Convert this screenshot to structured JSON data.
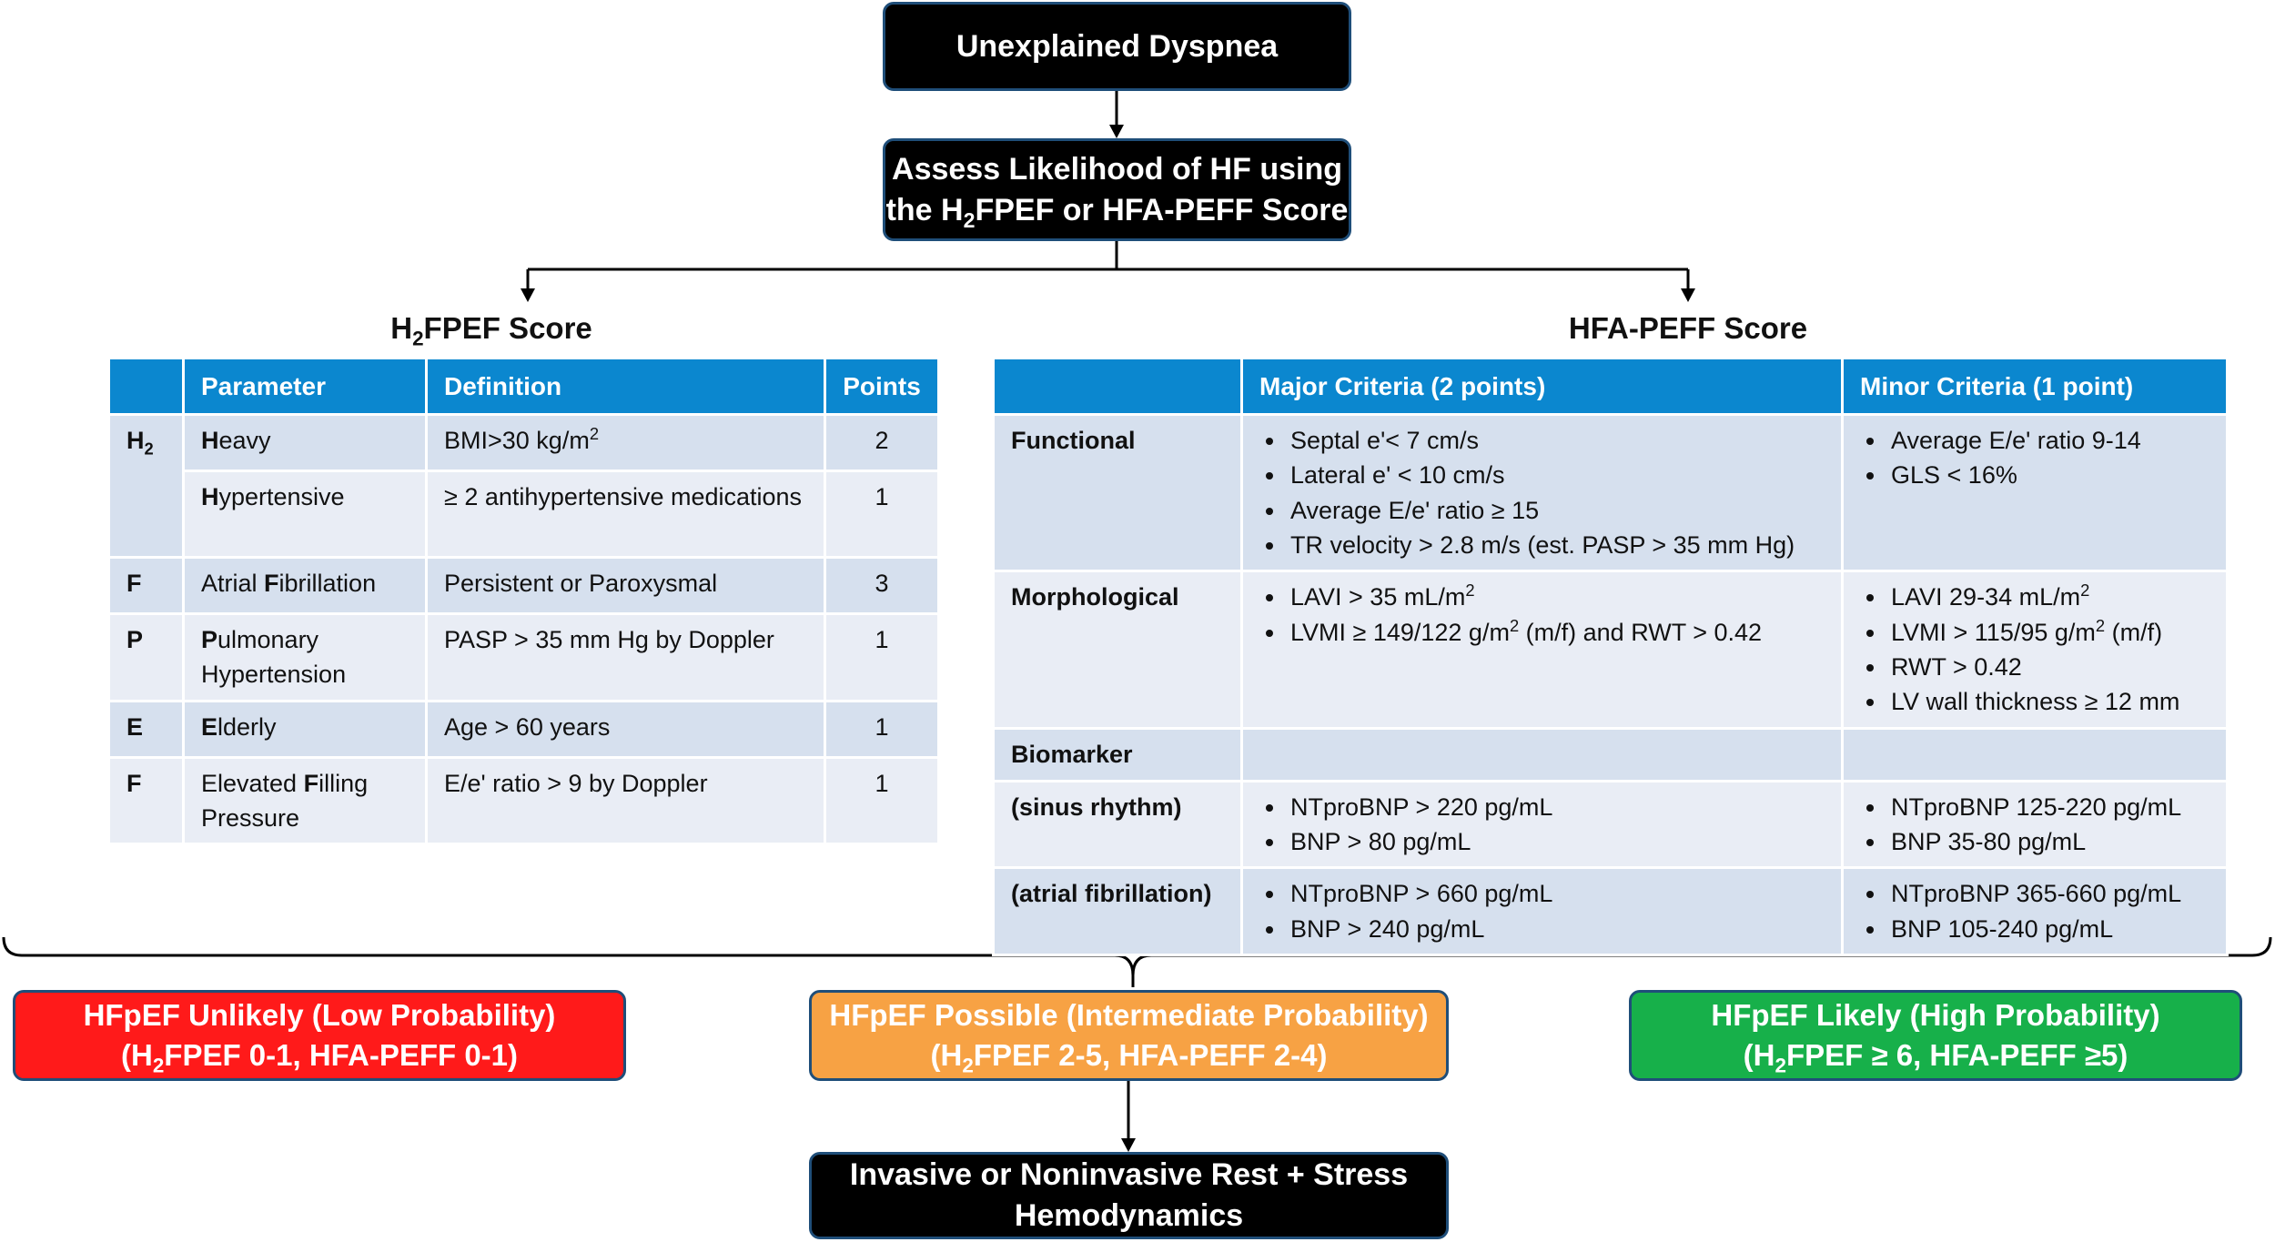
{
  "top_box": "Unexplained Dyspnea",
  "assess_box": {
    "line1": "Assess Likelihood of HF using",
    "line2_pre": "the H",
    "line2_sub": "2",
    "line2_post": "FPEF or HFA-PEFF Score"
  },
  "h2fpef": {
    "title_pre": "H",
    "title_sub": "2",
    "title_post": "FPEF Score",
    "headers": [
      "",
      "Parameter",
      "Definition",
      "Points"
    ],
    "rows": [
      {
        "letter": "H",
        "letter_sub": "2",
        "param_bold": "H",
        "param_rest": "eavy",
        "def_pre": "BMI>30 kg/m",
        "def_sup": "2",
        "points": "2"
      },
      {
        "letter": "",
        "letter_sub": "",
        "param_bold": "H",
        "param_rest": "ypertensive",
        "def_pre": "≥ 2 antihypertensive medications",
        "def_sup": "",
        "points": "1"
      },
      {
        "letter": "F",
        "letter_sub": "",
        "param_pre": "Atrial ",
        "param_bold": "F",
        "param_rest": "ibrillation",
        "def_pre": "Persistent or Paroxysmal",
        "def_sup": "",
        "points": "3"
      },
      {
        "letter": "P",
        "letter_sub": "",
        "param_bold": "P",
        "param_rest": "ulmonary Hypertension",
        "def_pre": "PASP > 35 mm Hg by Doppler",
        "def_sup": "",
        "points": "1"
      },
      {
        "letter": "E",
        "letter_sub": "",
        "param_bold": "E",
        "param_rest": "lderly",
        "def_pre": "Age > 60 years",
        "def_sup": "",
        "points": "1"
      },
      {
        "letter": "F",
        "letter_sub": "",
        "param_pre": "Elevated ",
        "param_bold": "F",
        "param_rest": "illing Pressure",
        "def_pre": "E/e' ratio > 9 by Doppler",
        "def_sup": "",
        "points": "1"
      }
    ]
  },
  "hfapeff": {
    "title": "HFA-PEFF Score",
    "headers": [
      "",
      "Major Criteria (2 points)",
      "Minor Criteria (1 point)"
    ],
    "functional": {
      "label": "Functional",
      "major": [
        "Septal e'< 7 cm/s",
        "Lateral e' < 10 cm/s",
        "Average E/e' ratio ≥ 15",
        "TR velocity > 2.8 m/s (est. PASP > 35 mm Hg)"
      ],
      "minor": [
        "Average E/e' ratio 9-14",
        "GLS < 16%"
      ]
    },
    "morphological": {
      "label": "Morphological",
      "major_1_pre": "LAVI > 35 mL/m",
      "major_1_sup": "2",
      "major_2_pre": "LVMI ≥ 149/122 g/m",
      "major_2_sup": "2",
      "major_2_post": " (m/f) and RWT > 0.42",
      "minor_1_pre": "LAVI 29-34 mL/m",
      "minor_1_sup": "2",
      "minor_2_pre": "LVMI  > 115/95 g/m",
      "minor_2_sup": "2",
      "minor_2_post": " (m/f)",
      "minor_3": "RWT > 0.42",
      "minor_4": "LV wall thickness ≥ 12 mm"
    },
    "biomarker_label": "Biomarker",
    "sinus": {
      "label": "(sinus rhythm)",
      "major": [
        "NTproBNP > 220 pg/mL",
        "BNP > 80 pg/mL"
      ],
      "minor": [
        "NTproBNP 125-220 pg/mL",
        "BNP 35-80 pg/mL"
      ]
    },
    "afib": {
      "label": "(atrial fibrillation)",
      "major": [
        "NTproBNP > 660 pg/mL",
        "BNP > 240 pg/mL"
      ],
      "minor": [
        "NTproBNP 365-660 pg/mL",
        "BNP 105-240 pg/mL"
      ]
    }
  },
  "outcomes": {
    "unlikely": {
      "line1": "HFpEF Unlikely (Low Probability)",
      "l2_pre": "(H",
      "l2_sub": "2",
      "l2_post": "FPEF 0-1, HFA-PEFF 0-1)",
      "color": "#ff1a1a"
    },
    "possible": {
      "line1": "HFpEF Possible (Intermediate Probability)",
      "l2_pre": "(H",
      "l2_sub": "2",
      "l2_post": "FPEF 2-5, HFA-PEFF 2-4)",
      "color": "#f7a244"
    },
    "likely": {
      "line1": "HFpEF Likely  (High Probability)",
      "l2_pre": "(H",
      "l2_sub": "2",
      "l2_post": "FPEF ≥ 6, HFA-PEFF ≥5)",
      "color": "#17b04a"
    }
  },
  "bottom_box": {
    "line1": "Invasive or Noninvasive Rest + Stress",
    "line2": "Hemodynamics"
  }
}
